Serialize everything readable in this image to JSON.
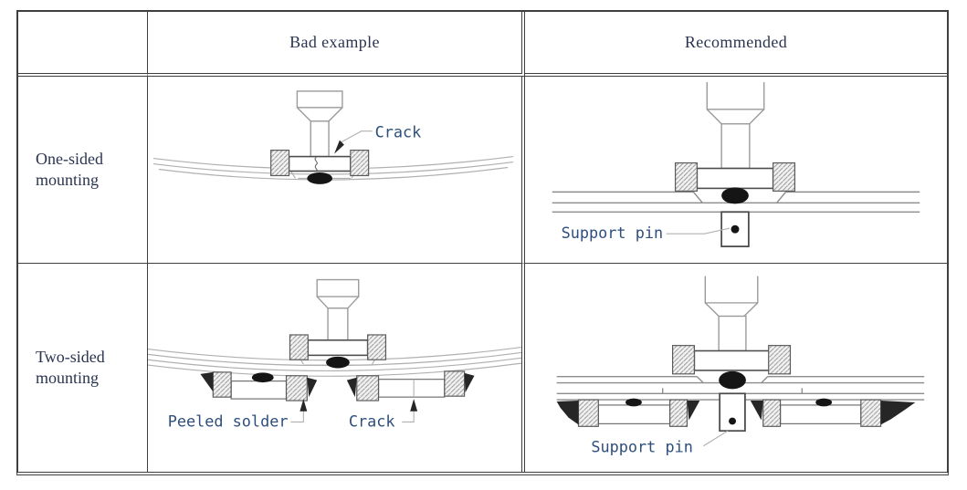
{
  "table": {
    "header": {
      "blank": "",
      "bad": "Bad example",
      "recommended": "Recommended"
    },
    "row_labels": {
      "one_sided": "One-sided mounting",
      "two_sided": "Two-sided mounting"
    }
  },
  "callouts": {
    "one_sided_bad": {
      "crack": "Crack"
    },
    "one_sided_recommended": {
      "support_pin": "Support pin"
    },
    "two_sided_bad": {
      "peeled_solder": "Peeled solder",
      "crack": "Crack"
    },
    "two_sided_recommended": {
      "support_pin": "Support pin"
    }
  },
  "colors": {
    "callout_text": "#2e4f7d",
    "heading_text": "#2a3450",
    "table_border": "#3f3f3f",
    "solder": "#151515"
  }
}
